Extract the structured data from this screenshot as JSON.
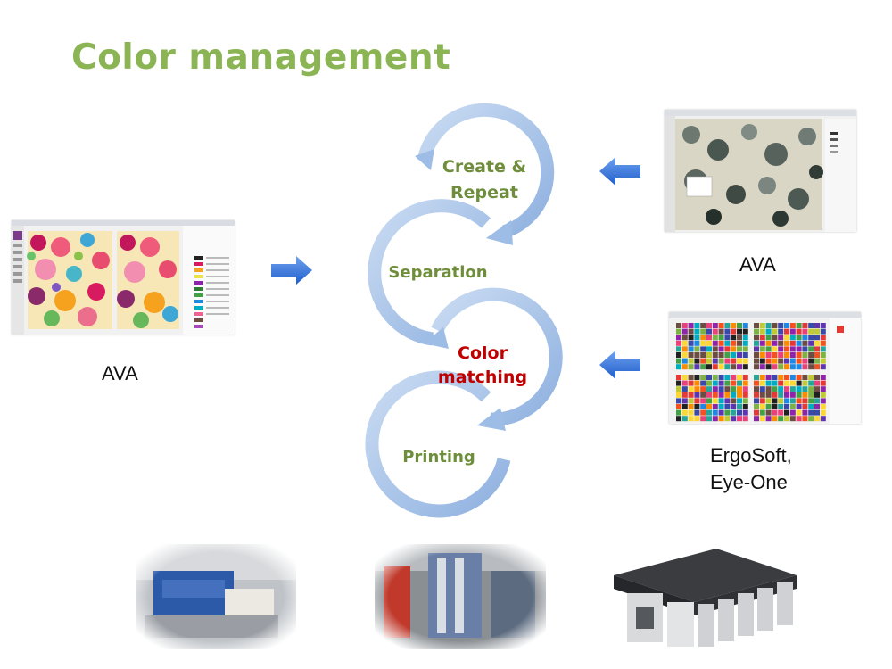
{
  "title": "Color management",
  "cycle_steps": [
    {
      "line1": "Create &",
      "line2": "Repeat"
    },
    {
      "line1": "Separation",
      "line2": ""
    },
    {
      "line1": "Color",
      "line2": "matching"
    },
    {
      "line1": "Printing",
      "line2": ""
    }
  ],
  "captions": {
    "left": "AVA",
    "top_right": "AVA",
    "bottom_right_line1": "ErgoSoft,",
    "bottom_right_line2": "Eye-One"
  },
  "colors": {
    "title": "#8bb554",
    "step_text_green": "#6e8e3c",
    "step_text_red": "#c00000",
    "ring": "#a9c4e6",
    "arrow_blue": "#2f6ed6"
  }
}
